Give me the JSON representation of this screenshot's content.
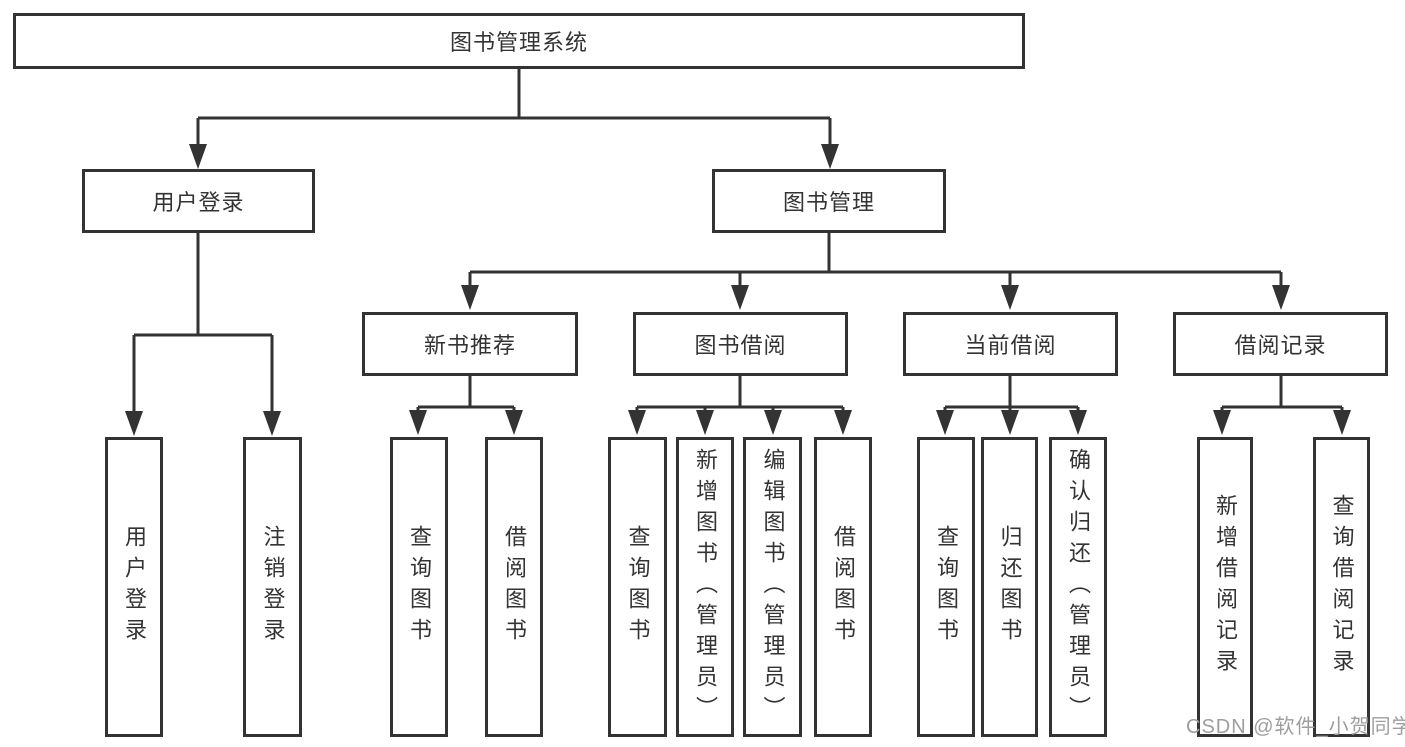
{
  "diagram": {
    "root": {
      "label": "图书管理系统"
    },
    "level2": {
      "user_login": {
        "label": "用户登录"
      },
      "book_mgmt": {
        "label": "图书管理"
      }
    },
    "level3": {
      "new_book_rec": {
        "label": "新书推荐"
      },
      "book_borrow": {
        "label": "图书借阅"
      },
      "current_borrow": {
        "label": "当前借阅"
      },
      "borrow_record": {
        "label": "借阅记录"
      }
    },
    "leaves": {
      "user_login": {
        "label": "用户登录"
      },
      "logout": {
        "label": "注销登录"
      },
      "nbr_query_book": {
        "label": "查询图书"
      },
      "nbr_borrow_book": {
        "label": "借阅图书"
      },
      "bb_query_book": {
        "label": "查询图书"
      },
      "bb_add_book": {
        "label": "新增图书（管理员）"
      },
      "bb_edit_book": {
        "label": "编辑图书（管理员）"
      },
      "bb_borrow_book": {
        "label": "借阅图书"
      },
      "cb_query_book": {
        "label": "查询图书"
      },
      "cb_return_book": {
        "label": "归还图书"
      },
      "cb_confirm_return": {
        "label": "确认归还（管理员）"
      },
      "br_add_record": {
        "label": "新增借阅记录"
      },
      "br_query_record": {
        "label": "查询借阅记录"
      }
    }
  },
  "watermark": {
    "text": "CSDN @软件_小贺同学"
  },
  "colors": {
    "line": "#333333",
    "text": "#333333",
    "background": "#ffffff",
    "watermark": "#9e9e9e"
  }
}
